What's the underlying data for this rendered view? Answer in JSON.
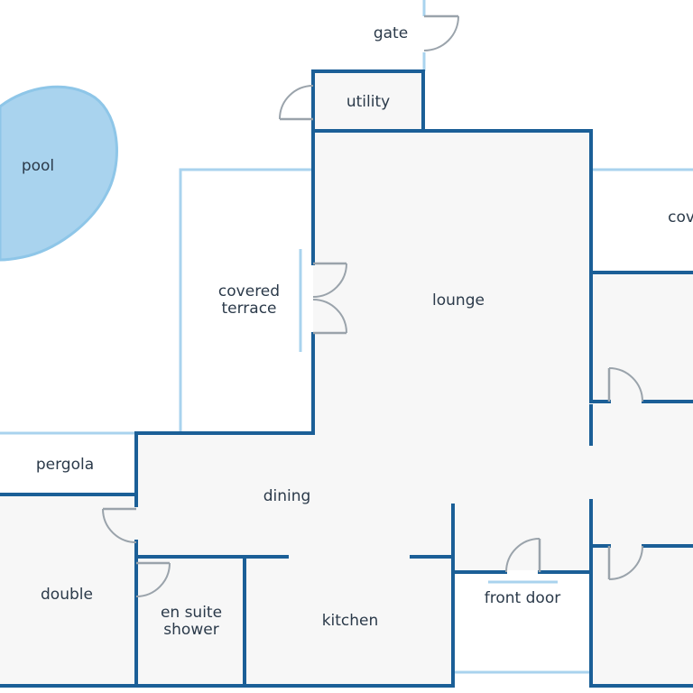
{
  "rooms": {
    "gate": "gate",
    "utility": "utility",
    "pool": "pool",
    "covered_right": "cov",
    "covered_terrace_line1": "covered",
    "covered_terrace_line2": "terrace",
    "lounge": "lounge",
    "pergola": "pergola",
    "dining": "dining",
    "double": "double",
    "en_suite_line1": "en suite",
    "en_suite_line2": "shower",
    "kitchen": "kitchen",
    "front_door": "front door"
  },
  "colors": {
    "wall": "#1b5f97",
    "light_outline": "#a9d3ee",
    "pool_fill": "#a9d3ee",
    "room_fill": "#f7f7f7",
    "door": "#9aa3ab",
    "label": "#2b3a4a"
  }
}
